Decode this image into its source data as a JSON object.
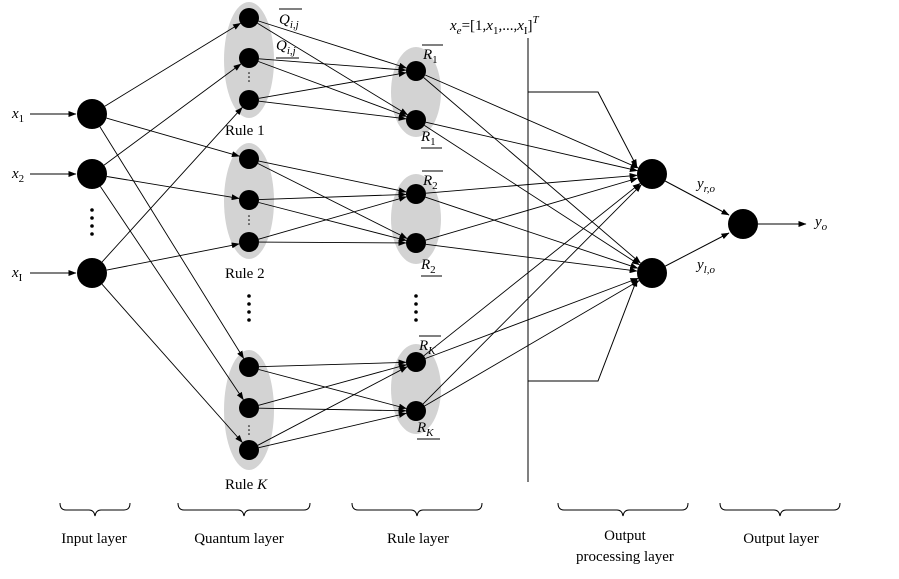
{
  "inputs": [
    {
      "base": "x",
      "sub": "1"
    },
    {
      "base": "x",
      "sub": "2"
    },
    {
      "base": "x",
      "sub": "I"
    }
  ],
  "rules": [
    {
      "label": "Rule 1"
    },
    {
      "label": "Rule 2"
    },
    {
      "label": "Rule ",
      "italic": "K"
    }
  ],
  "quantum_labels": {
    "upper": {
      "base": "Q",
      "sub": "i,j"
    },
    "lower": {
      "base": "Q",
      "sub": "i,j"
    }
  },
  "rule_nodes": [
    {
      "upper": {
        "base": "R",
        "sub": "1"
      },
      "lower": {
        "base": "R",
        "sub": "1"
      }
    },
    {
      "upper": {
        "base": "R",
        "sub": "2"
      },
      "lower": {
        "base": "R",
        "sub": "2"
      }
    },
    {
      "upper": {
        "base": "R",
        "sub": "K"
      },
      "lower": {
        "base": "R",
        "sub": "K"
      }
    }
  ],
  "xe": {
    "x": "x",
    "e": "e",
    "eq": "=[1,",
    "x1": "x",
    "one": "1",
    "dots": ",...,",
    "xI": "x",
    "I": "I",
    "close": "]",
    "T": "T"
  },
  "outputs": {
    "yr": {
      "base": "y",
      "sub": "r,o"
    },
    "yl": {
      "base": "y",
      "sub": "l,o"
    },
    "yo": {
      "base": "y",
      "sub": "o"
    }
  },
  "layers": {
    "input": "Input layer",
    "quantum": "Quantum layer",
    "rule": "Rule layer",
    "processing_line1": "Output",
    "processing_line2": "processing layer",
    "output": "Output layer"
  },
  "colors": {
    "node": "#000000",
    "cluster": "#d3d3d3",
    "line": "#000000"
  }
}
